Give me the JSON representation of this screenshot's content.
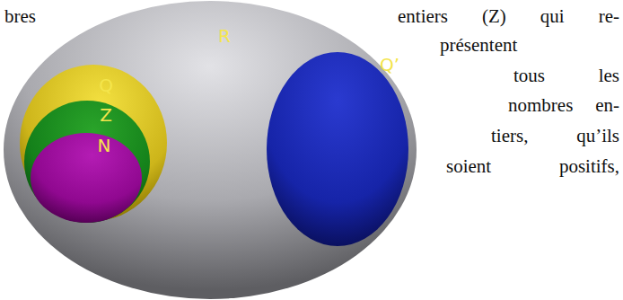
{
  "diagram": {
    "nodes": [
      {
        "text": [
          "R"
        ]
      },
      {
        "text": [
          "Q"
        ],
        "in": 0
      },
      {
        "text": [
          "Z"
        ],
        "in": 1
      },
      {
        "text": [
          "N"
        ],
        "in": 2
      },
      {
        "text": [
          "Q’"
        ],
        "in": 0
      }
    ],
    "labels": [
      "bres",
      "entiers (Z) qui re-",
      "présentent",
      "tous les",
      "nombres en-",
      "tiers, qu’ils",
      "soient positifs,"
    ]
  }
}
